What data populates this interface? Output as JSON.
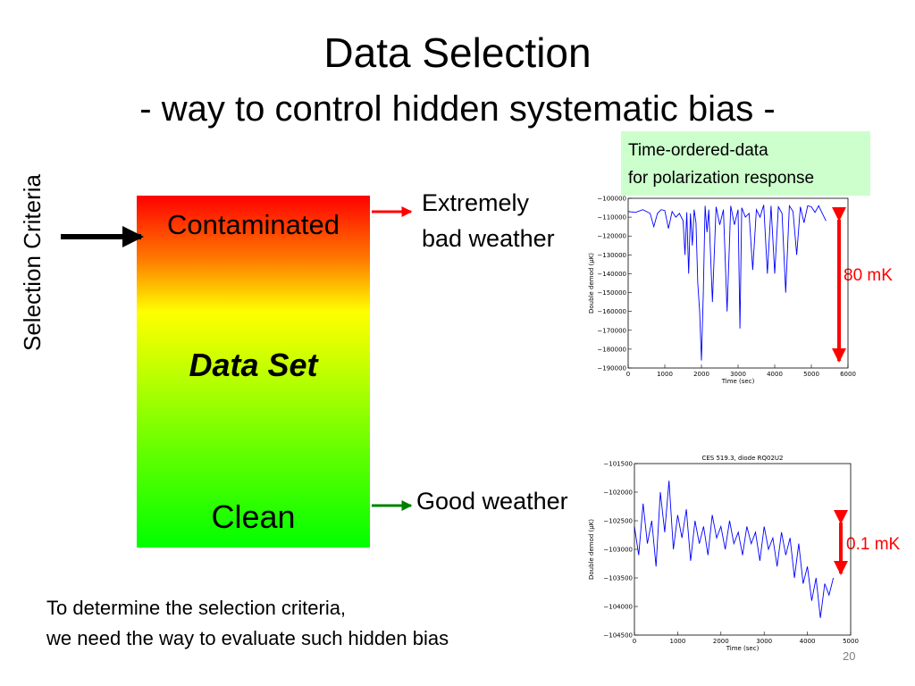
{
  "slide": {
    "title": "Data Selection",
    "subtitle": "- way to control hidden systematic bias -",
    "criteria_label": "Selection Criteria",
    "dataset": {
      "top_label": "Contaminated",
      "middle_label": "Data Set",
      "bottom_label": "Clean"
    },
    "bad_weather": [
      "Extremely",
      "bad weather"
    ],
    "good_weather": "Good weather",
    "tod_box": [
      "Time-ordered-data",
      "for polarization response"
    ],
    "bottom_text": [
      "To determine the selection criteria,",
      "we need the way to evaluate such hidden bias"
    ],
    "page_number": "20",
    "annotations": {
      "top_range": "80 mK",
      "bottom_range": "0.1 mK"
    },
    "colors": {
      "red_arrow": "#ff0000",
      "green_arrow": "#008000",
      "plot_line": "#0000ff",
      "highlight_box": "#ccffcc"
    }
  },
  "chart_data": [
    {
      "type": "line",
      "title": "",
      "xlabel": "Time (sec)",
      "ylabel": "Double demod (μK)",
      "xlim": [
        0,
        6000
      ],
      "ylim": [
        -190000,
        -100000
      ],
      "xticks": [
        0,
        1000,
        2000,
        3000,
        4000,
        5000,
        6000
      ],
      "yticks": [
        -100000,
        -110000,
        -120000,
        -130000,
        -140000,
        -150000,
        -160000,
        -170000,
        -180000,
        -190000
      ],
      "grid": false,
      "series": [
        {
          "x": [
            0,
            200,
            400,
            600,
            700,
            800,
            900,
            1000,
            1100,
            1200,
            1300,
            1400,
            1500,
            1550,
            1600,
            1650,
            1700,
            1750,
            1800,
            1850,
            1900,
            1950,
            2000,
            2050,
            2100,
            2150,
            2200,
            2300,
            2400,
            2500,
            2600,
            2700,
            2800,
            2900,
            3000,
            3050,
            3100,
            3200,
            3300,
            3400,
            3500,
            3600,
            3700,
            3800,
            3900,
            4000,
            4100,
            4200,
            4300,
            4400,
            4500,
            4600,
            4700,
            4800,
            4900,
            5000,
            5100,
            5200,
            5300,
            5400
          ],
          "y": [
            -107000,
            -107500,
            -106000,
            -108000,
            -115000,
            -108000,
            -106000,
            -106500,
            -116000,
            -107000,
            -110000,
            -108000,
            -112000,
            -130000,
            -107500,
            -140000,
            -108000,
            -125000,
            -106000,
            -113000,
            -145000,
            -160000,
            -186000,
            -150000,
            -104000,
            -118000,
            -106000,
            -155000,
            -104500,
            -114000,
            -106000,
            -160000,
            -104000,
            -114000,
            -106000,
            -169000,
            -105000,
            -110000,
            -108000,
            -138000,
            -106000,
            -110000,
            -103500,
            -140000,
            -104000,
            -140000,
            -104500,
            -108000,
            -150000,
            -104000,
            -107000,
            -130000,
            -104500,
            -113000,
            -104000,
            -104500,
            -107500,
            -104000,
            -108000,
            -112000
          ]
        }
      ]
    },
    {
      "type": "line",
      "title": "CES 519.3, diode RQ02U2",
      "xlabel": "Time (sec)",
      "ylabel": "Double demod (μK)",
      "xlim": [
        0,
        5000
      ],
      "ylim": [
        -104500,
        -101500
      ],
      "xticks": [
        0,
        1000,
        2000,
        3000,
        4000,
        5000
      ],
      "yticks": [
        -101500,
        -102000,
        -102500,
        -103000,
        -103500,
        -104000,
        -104500
      ],
      "grid": false,
      "series": [
        {
          "x": [
            0,
            100,
            200,
            300,
            400,
            500,
            600,
            700,
            800,
            900,
            1000,
            1100,
            1200,
            1300,
            1400,
            1500,
            1600,
            1700,
            1800,
            1900,
            2000,
            2100,
            2200,
            2300,
            2400,
            2500,
            2600,
            2700,
            2800,
            2900,
            3000,
            3100,
            3200,
            3300,
            3400,
            3500,
            3600,
            3700,
            3800,
            3900,
            4000,
            4100,
            4200,
            4300,
            4400,
            4500,
            4600
          ],
          "y": [
            -102600,
            -103100,
            -102200,
            -102900,
            -102500,
            -103300,
            -102000,
            -102700,
            -101800,
            -103000,
            -102400,
            -102800,
            -102300,
            -103200,
            -102500,
            -102900,
            -102600,
            -103100,
            -102400,
            -102800,
            -102600,
            -103000,
            -102500,
            -102900,
            -102700,
            -103100,
            -102600,
            -102900,
            -102700,
            -103200,
            -102600,
            -103000,
            -102800,
            -103300,
            -102700,
            -103100,
            -102800,
            -103500,
            -102900,
            -103600,
            -103300,
            -103900,
            -103500,
            -104200,
            -103600,
            -103800,
            -103500
          ]
        }
      ]
    }
  ]
}
